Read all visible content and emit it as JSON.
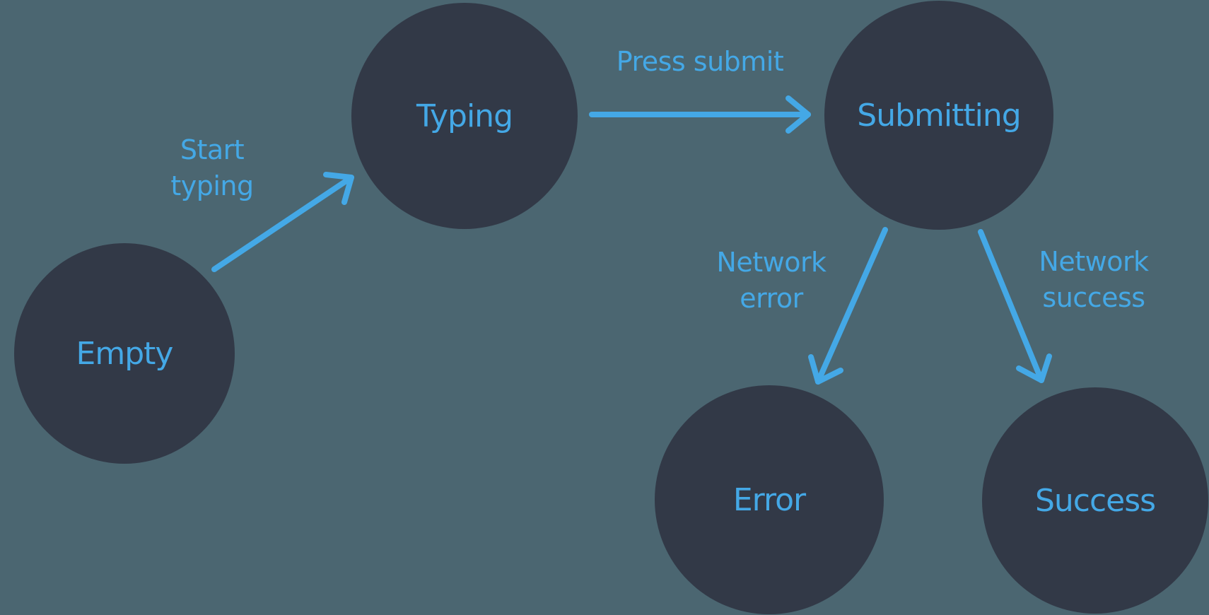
{
  "colors": {
    "background": "#4b6671",
    "node_fill": "#323947",
    "accent": "#44a8e6"
  },
  "diagram": {
    "type": "state-machine",
    "nodes": [
      {
        "id": "empty",
        "label": "Empty"
      },
      {
        "id": "typing",
        "label": "Typing"
      },
      {
        "id": "submitting",
        "label": "Submitting"
      },
      {
        "id": "error",
        "label": "Error"
      },
      {
        "id": "success",
        "label": "Success"
      }
    ],
    "edges": [
      {
        "from": "empty",
        "to": "typing",
        "label": "Start typing"
      },
      {
        "from": "typing",
        "to": "submitting",
        "label": "Press submit"
      },
      {
        "from": "submitting",
        "to": "error",
        "label": "Network error"
      },
      {
        "from": "submitting",
        "to": "success",
        "label": "Network success"
      }
    ]
  }
}
